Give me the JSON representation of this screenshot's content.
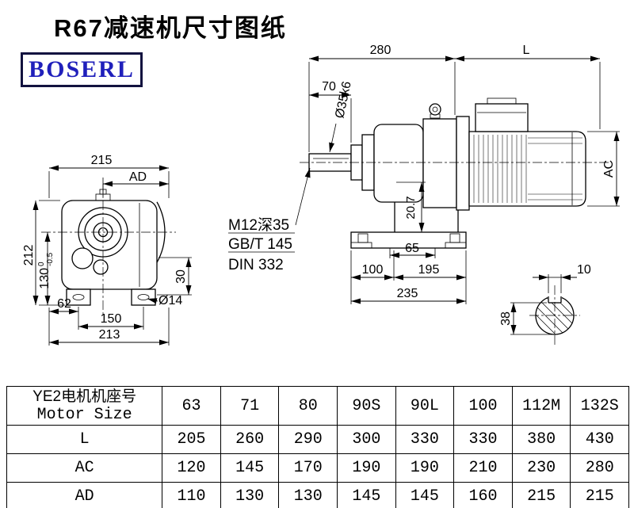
{
  "page": {
    "title": "R67减速机尺寸图纸",
    "brand": "BOSERL"
  },
  "dims": {
    "front_width": "215",
    "front_ad": "AD",
    "front_height": "212",
    "front_130": "130",
    "front_130_sup": "0",
    "front_130_sub": "-0.5",
    "front_62": "62",
    "front_150": "150",
    "front_213": "213",
    "front_dia14": "Ø14",
    "front_30": "30",
    "side_280": "280",
    "side_L": "L",
    "side_70": "70",
    "side_dia35": "Ø35k6",
    "side_ac": "AC",
    "side_207": "20.7",
    "side_65": "65",
    "side_100": "100",
    "side_195": "195",
    "side_235": "235",
    "note_m12": "M12深35",
    "note_gbt": "GB/T 145",
    "note_din": "DIN 332",
    "shaft_key_width": "10",
    "shaft_key_height": "38"
  },
  "table": {
    "motor_label_cn": "YE2电机机座号",
    "motor_label_en": "Motor Size",
    "sizes": [
      "63",
      "71",
      "80",
      "90S",
      "90L",
      "100",
      "112M",
      "132S"
    ],
    "rows": [
      {
        "label": "L",
        "values": [
          "205",
          "260",
          "290",
          "300",
          "330",
          "330",
          "380",
          "430"
        ]
      },
      {
        "label": "AC",
        "values": [
          "120",
          "145",
          "170",
          "190",
          "190",
          "210",
          "230",
          "280"
        ]
      },
      {
        "label": "AD",
        "values": [
          "110",
          "130",
          "130",
          "145",
          "145",
          "160",
          "215",
          "215"
        ]
      }
    ]
  }
}
